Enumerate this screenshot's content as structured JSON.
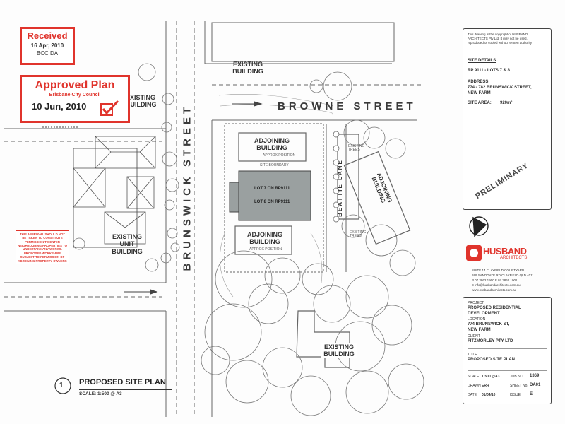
{
  "stamps": {
    "received": {
      "title": "Received",
      "date": "16 Apr, 2010",
      "ref": "BCC DA"
    },
    "approved": {
      "title": "Approved Plan",
      "council": "Brisbane City Council",
      "date": "10 Jun, 2010"
    }
  },
  "red_note": "THIS APPROVAL SHOULD NOT BE TAKEN TO CONSTITUTE PERMISSION TO ENTER NEIGHBOURING PROPERTIES TO UNDERTAKE ANY WORKS. PROPOSED WORKS ARE SUBJECT TO PERMISSION OF ADJOINING PROPERTY OWNERS",
  "streets": {
    "browne": "BROWNE STREET",
    "brunswick": "BRUNSWICK STREET",
    "lane": "BEATTIE LANE"
  },
  "buildings": {
    "existing_top": "EXISTING BUILDING",
    "existing_left": "EXISTING BUILDING",
    "existing_unit": "EXISTING UNIT BUILDING",
    "adjoining_top": "ADJOINING BUILDING",
    "adjoining_top_sub": "APPROX POSITION",
    "adjoining_bottom": "ADJOINING BUILDING",
    "adjoining_bottom_sub": "APPROX POSITION",
    "adjoining_right": "ADJOINING BUILDING",
    "existing_bottom": "EXISTING BUILDING"
  },
  "site": {
    "lot7": "LOT 7 on RP9111",
    "lot8": "LOT 8 on RP9111",
    "boundary": "SITE BOUNDARY",
    "trees_top": "EXISTING TREES",
    "trees_bottom": "EXISTING TREES"
  },
  "drawing_title": {
    "number": "1",
    "title": "PROPOSED SITE PLAN",
    "scale": "SCALE: 1:500 @ A3"
  },
  "sidebar": {
    "copyright": [
      "This drawing is the copyright of HUSBAND",
      "ARCHITECTS Pty Ltd. It may not be used,",
      "reproduced or copied without written authority"
    ],
    "site_details_heading": "SITE DETAILS",
    "rp": "RP 9111 - LOTS 7 & 8",
    "address_label": "ADDRESS:",
    "address": [
      "774 - 782 BRUNSWICK STREET,",
      "NEW FARM"
    ],
    "site_area_label": "SITE AREA:",
    "site_area": "920m²",
    "preliminary": "PRELIMINARY"
  },
  "firm": {
    "name": "HUSBAND",
    "sub": "ARCHITECTS",
    "address": [
      "Suite 14 Clayfield Courtyard",
      "699 Sandgate Rd Clayfield QLD 4011",
      "P 07 3862 1900   F 07 3862 1901"
    ],
    "email": "E info@husbandarchitects.com.au",
    "web": "www.husbandarchitects.com.au"
  },
  "project": {
    "project_label": "PROJECT",
    "project": [
      "PROPOSED RESIDENTIAL",
      "DEVELOPMENT"
    ],
    "location_label": "LOCATION",
    "location": [
      "774 BRUNSWICK ST,",
      "NEW FARM"
    ],
    "client_label": "CLIENT",
    "client": "FITZMORLEY PTY LTD",
    "title_label": "TITLE",
    "title": "PROPOSED SITE PLAN",
    "scale_label": "SCALE",
    "scale": "1:500 @A3",
    "job_label": "JOB NO",
    "job": "1369",
    "drawn_label": "DRAWN",
    "drawn": "ERR",
    "sheet_label": "SHEET No.",
    "sheet": "DA01",
    "date_label": "DATE",
    "date": "01/04/10",
    "issue_label": "ISSUE",
    "issue": "E"
  }
}
